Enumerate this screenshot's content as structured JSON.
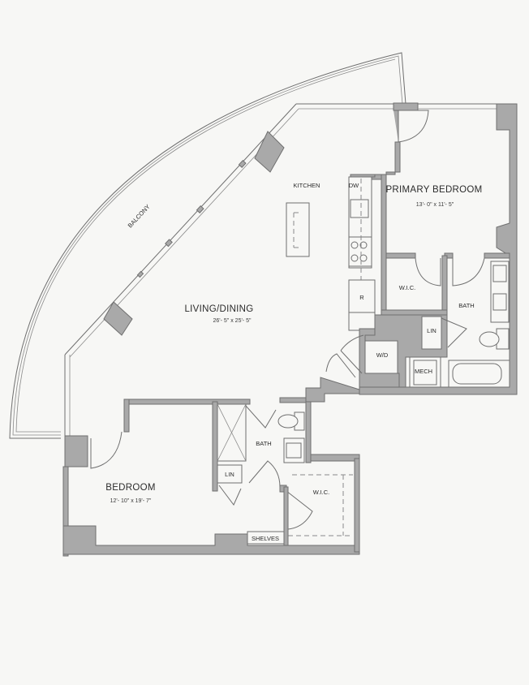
{
  "floor_plan": {
    "rooms": [
      {
        "id": "balcony",
        "label": "BALCONY"
      },
      {
        "id": "kitchen",
        "label": "KITCHEN"
      },
      {
        "id": "living",
        "label": "LIVING/DINING",
        "dimensions": "26'- 5\" x 25'- 5\""
      },
      {
        "id": "primary-bedroom",
        "label": "PRIMARY BEDROOM",
        "dimensions": "13'- 0\" x 11'- 5\""
      },
      {
        "id": "bedroom",
        "label": "BEDROOM",
        "dimensions": "12'- 10\" x 19'- 7\""
      },
      {
        "id": "primary-bath",
        "label": "BATH"
      },
      {
        "id": "bath-2",
        "label": "BATH"
      },
      {
        "id": "primary-wic",
        "label": "W.I.C."
      },
      {
        "id": "wic-2",
        "label": "W.I.C."
      },
      {
        "id": "primary-lin",
        "label": "LIN"
      },
      {
        "id": "lin-2",
        "label": "LIN"
      },
      {
        "id": "washer-dryer",
        "label": "W/D"
      },
      {
        "id": "mech",
        "label": "MECH"
      },
      {
        "id": "shelves",
        "label": "SHELVES"
      }
    ],
    "appliances": {
      "dishwasher": "DW",
      "refrigerator": "R"
    }
  }
}
